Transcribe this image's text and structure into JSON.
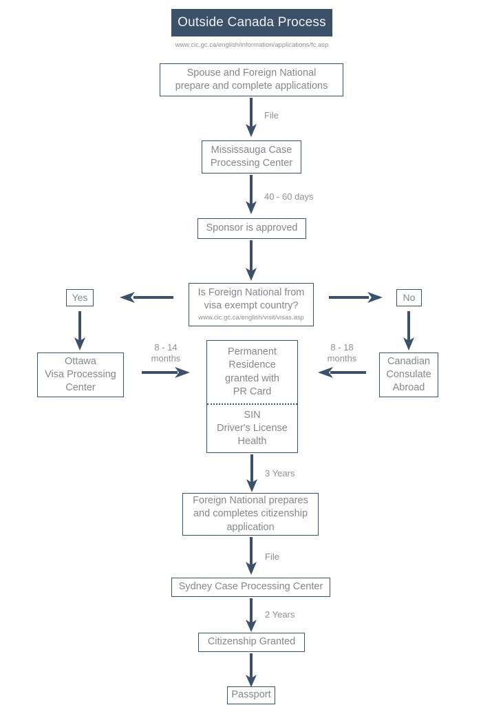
{
  "diagram": {
    "title": "Outside Canada Process",
    "title_url": "www.cic.gc.ca/english/information/applications/fc.asp",
    "colors": {
      "banner_bg": "#3b5069",
      "banner_text": "#eef1f4",
      "box_border": "#3b5069",
      "box_text": "#84888d",
      "arrow": "#3b5069",
      "label_text": "#8d9196",
      "page_bg": "#ffffff"
    },
    "nodes": {
      "spouse_application": {
        "lines": [
          "Spouse and Foreign National",
          "prepare and complete applications"
        ]
      },
      "mississauga": {
        "lines": [
          "Mississauga Case",
          "Processing Center"
        ]
      },
      "sponsor_approved": {
        "lines": [
          "Sponsor is approved"
        ]
      },
      "visa_exempt_question": {
        "lines": [
          "Is Foreign National from",
          "visa exempt country?"
        ],
        "url": "www.cic.gc.ca/english/visit/visas.asp"
      },
      "yes": {
        "lines": [
          "Yes"
        ]
      },
      "no": {
        "lines": [
          "No"
        ]
      },
      "ottawa": {
        "lines": [
          "Ottawa",
          "Visa Processing",
          "Center"
        ]
      },
      "consulate": {
        "lines": [
          "Canadian",
          "Consulate",
          "Abroad"
        ]
      },
      "permanent_residence": {
        "top_lines": [
          "Permanent",
          "Residence",
          "granted with",
          "PR Card"
        ],
        "bottom_lines": [
          "SIN",
          "Driver's License",
          "Health"
        ]
      },
      "citizenship_application": {
        "lines": [
          "Foreign National prepares",
          "and completes citizenship",
          "application"
        ]
      },
      "sydney": {
        "lines": [
          "Sydney Case Processing Center"
        ]
      },
      "citizenship_granted": {
        "lines": [
          "Citizenship Granted"
        ]
      },
      "passport": {
        "lines": [
          "Passport"
        ]
      }
    },
    "edge_labels": {
      "file_1": "File",
      "days_40_60": "40 - 60 days",
      "months_8_14": [
        "8 - 14",
        "months"
      ],
      "months_8_18": [
        "8 - 18",
        "months"
      ],
      "years_3": "3 Years",
      "file_2": "File",
      "years_2": "2 Years"
    }
  }
}
